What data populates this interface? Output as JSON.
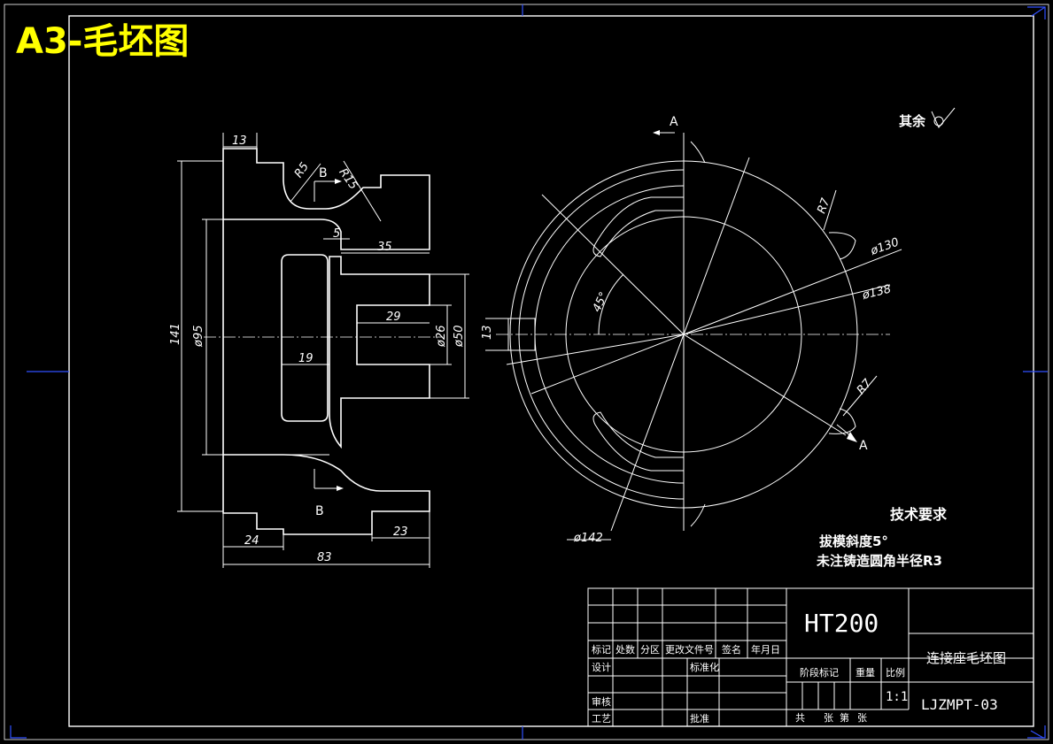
{
  "title": "A3-毛坯图",
  "colors": {
    "background": "#000000",
    "lines": "#ffffff",
    "title": "#ffff00",
    "markers": "#3050ff"
  },
  "roughness_note": "其余",
  "section_labels": {
    "b_top": "B",
    "b_bottom": "B",
    "a_top": "A",
    "a_bottom": "A"
  },
  "left_view_dims": {
    "d13": "13",
    "r5": "R5",
    "r15": "R15",
    "d5": "5",
    "d35": "35",
    "d141": "141",
    "d95": "ø95",
    "d29": "29",
    "d26": "ø26",
    "d50": "ø50",
    "d19": "19",
    "d24": "24",
    "d23": "23",
    "d83": "83"
  },
  "right_view_dims": {
    "r7_top": "R7",
    "d130": "ø130",
    "d138": "ø138",
    "angle45": "45°",
    "d13": "13",
    "r7_bottom": "R7",
    "d142": "ø142"
  },
  "tech_requirements": {
    "heading": "技术要求",
    "line1": "拔模斜度5°",
    "line2": "未注铸造圆角半径R3"
  },
  "title_block": {
    "material": "HT200",
    "part_name": "连接座毛坯图",
    "drawing_no": "LJZMPT-03",
    "scale": "1:1",
    "headers": [
      "标记",
      "处数",
      "分区",
      "更改文件号",
      "签名",
      "年月日"
    ],
    "design": "设计",
    "standardize": "标准化",
    "stage_mark": "阶段标记",
    "weight": "重量",
    "ratio": "比例",
    "review": "审核",
    "process": "工艺",
    "approve": "批准",
    "sheets": "共",
    "sheet_unit": "张",
    "sheet_no": "第",
    "sheet_unit2": "张"
  }
}
